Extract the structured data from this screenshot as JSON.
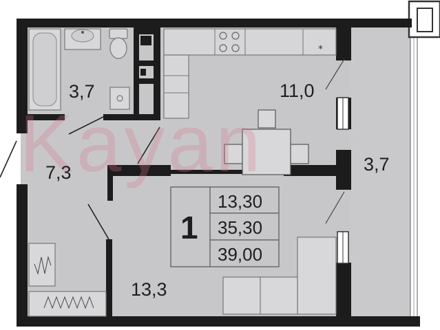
{
  "rooms": {
    "bathroom_area": "3,7",
    "kitchen_area": "11,0",
    "hall_area": "7,3",
    "balcony_area": "3,7",
    "living_area": "13,3"
  },
  "summary": {
    "rooms_count": "1",
    "living_space": "13,30",
    "total_space": "35,30",
    "total_with_balcony": "39,00"
  },
  "watermark": "Kayan",
  "colors": {
    "floor": "#c7c7c9",
    "wall": "#1c1c1c",
    "fixture": "#d8d8da",
    "line": "#555555",
    "watermark": "#d6788c"
  }
}
